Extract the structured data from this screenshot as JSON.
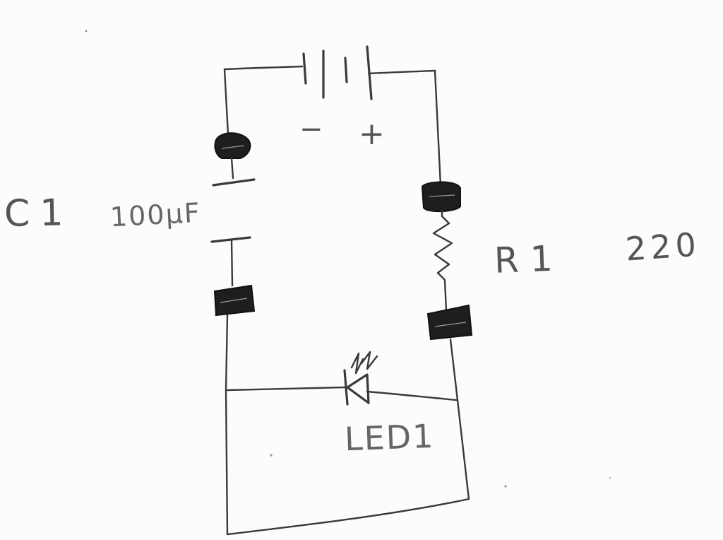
{
  "labels": {
    "capacitor_name": "C1",
    "capacitor_value": "100µF",
    "resistor_name": "R1",
    "resistor_value": "220",
    "led_name": "LED1",
    "battery_minus": "−",
    "battery_plus": "+"
  },
  "components": [
    {
      "type": "battery",
      "polarity": [
        "-",
        "+"
      ]
    },
    {
      "type": "capacitor"
    },
    {
      "type": "resistor"
    },
    {
      "type": "led"
    }
  ],
  "colors": {
    "ink": "#3a3a3a",
    "pad": "#1e1e1e",
    "paper": "#fcfcfc"
  }
}
